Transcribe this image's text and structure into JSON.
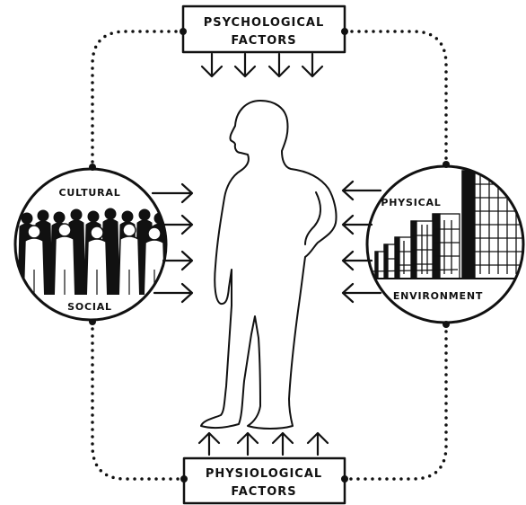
{
  "boxes": {
    "top": {
      "line1": "PSYCHOLOGICAL",
      "line2": "FACTORS"
    },
    "bottom": {
      "line1": "PHYSIOLOGICAL",
      "line2": "FACTORS"
    }
  },
  "circles": {
    "left": {
      "top_label": "CULTURAL",
      "bottom_label": "SOCIAL"
    },
    "right": {
      "top_label": "PHYSICAL",
      "bottom_label": "ENVIRONMENT"
    }
  },
  "colors": {
    "ink": "#111111",
    "background": "#ffffff"
  }
}
